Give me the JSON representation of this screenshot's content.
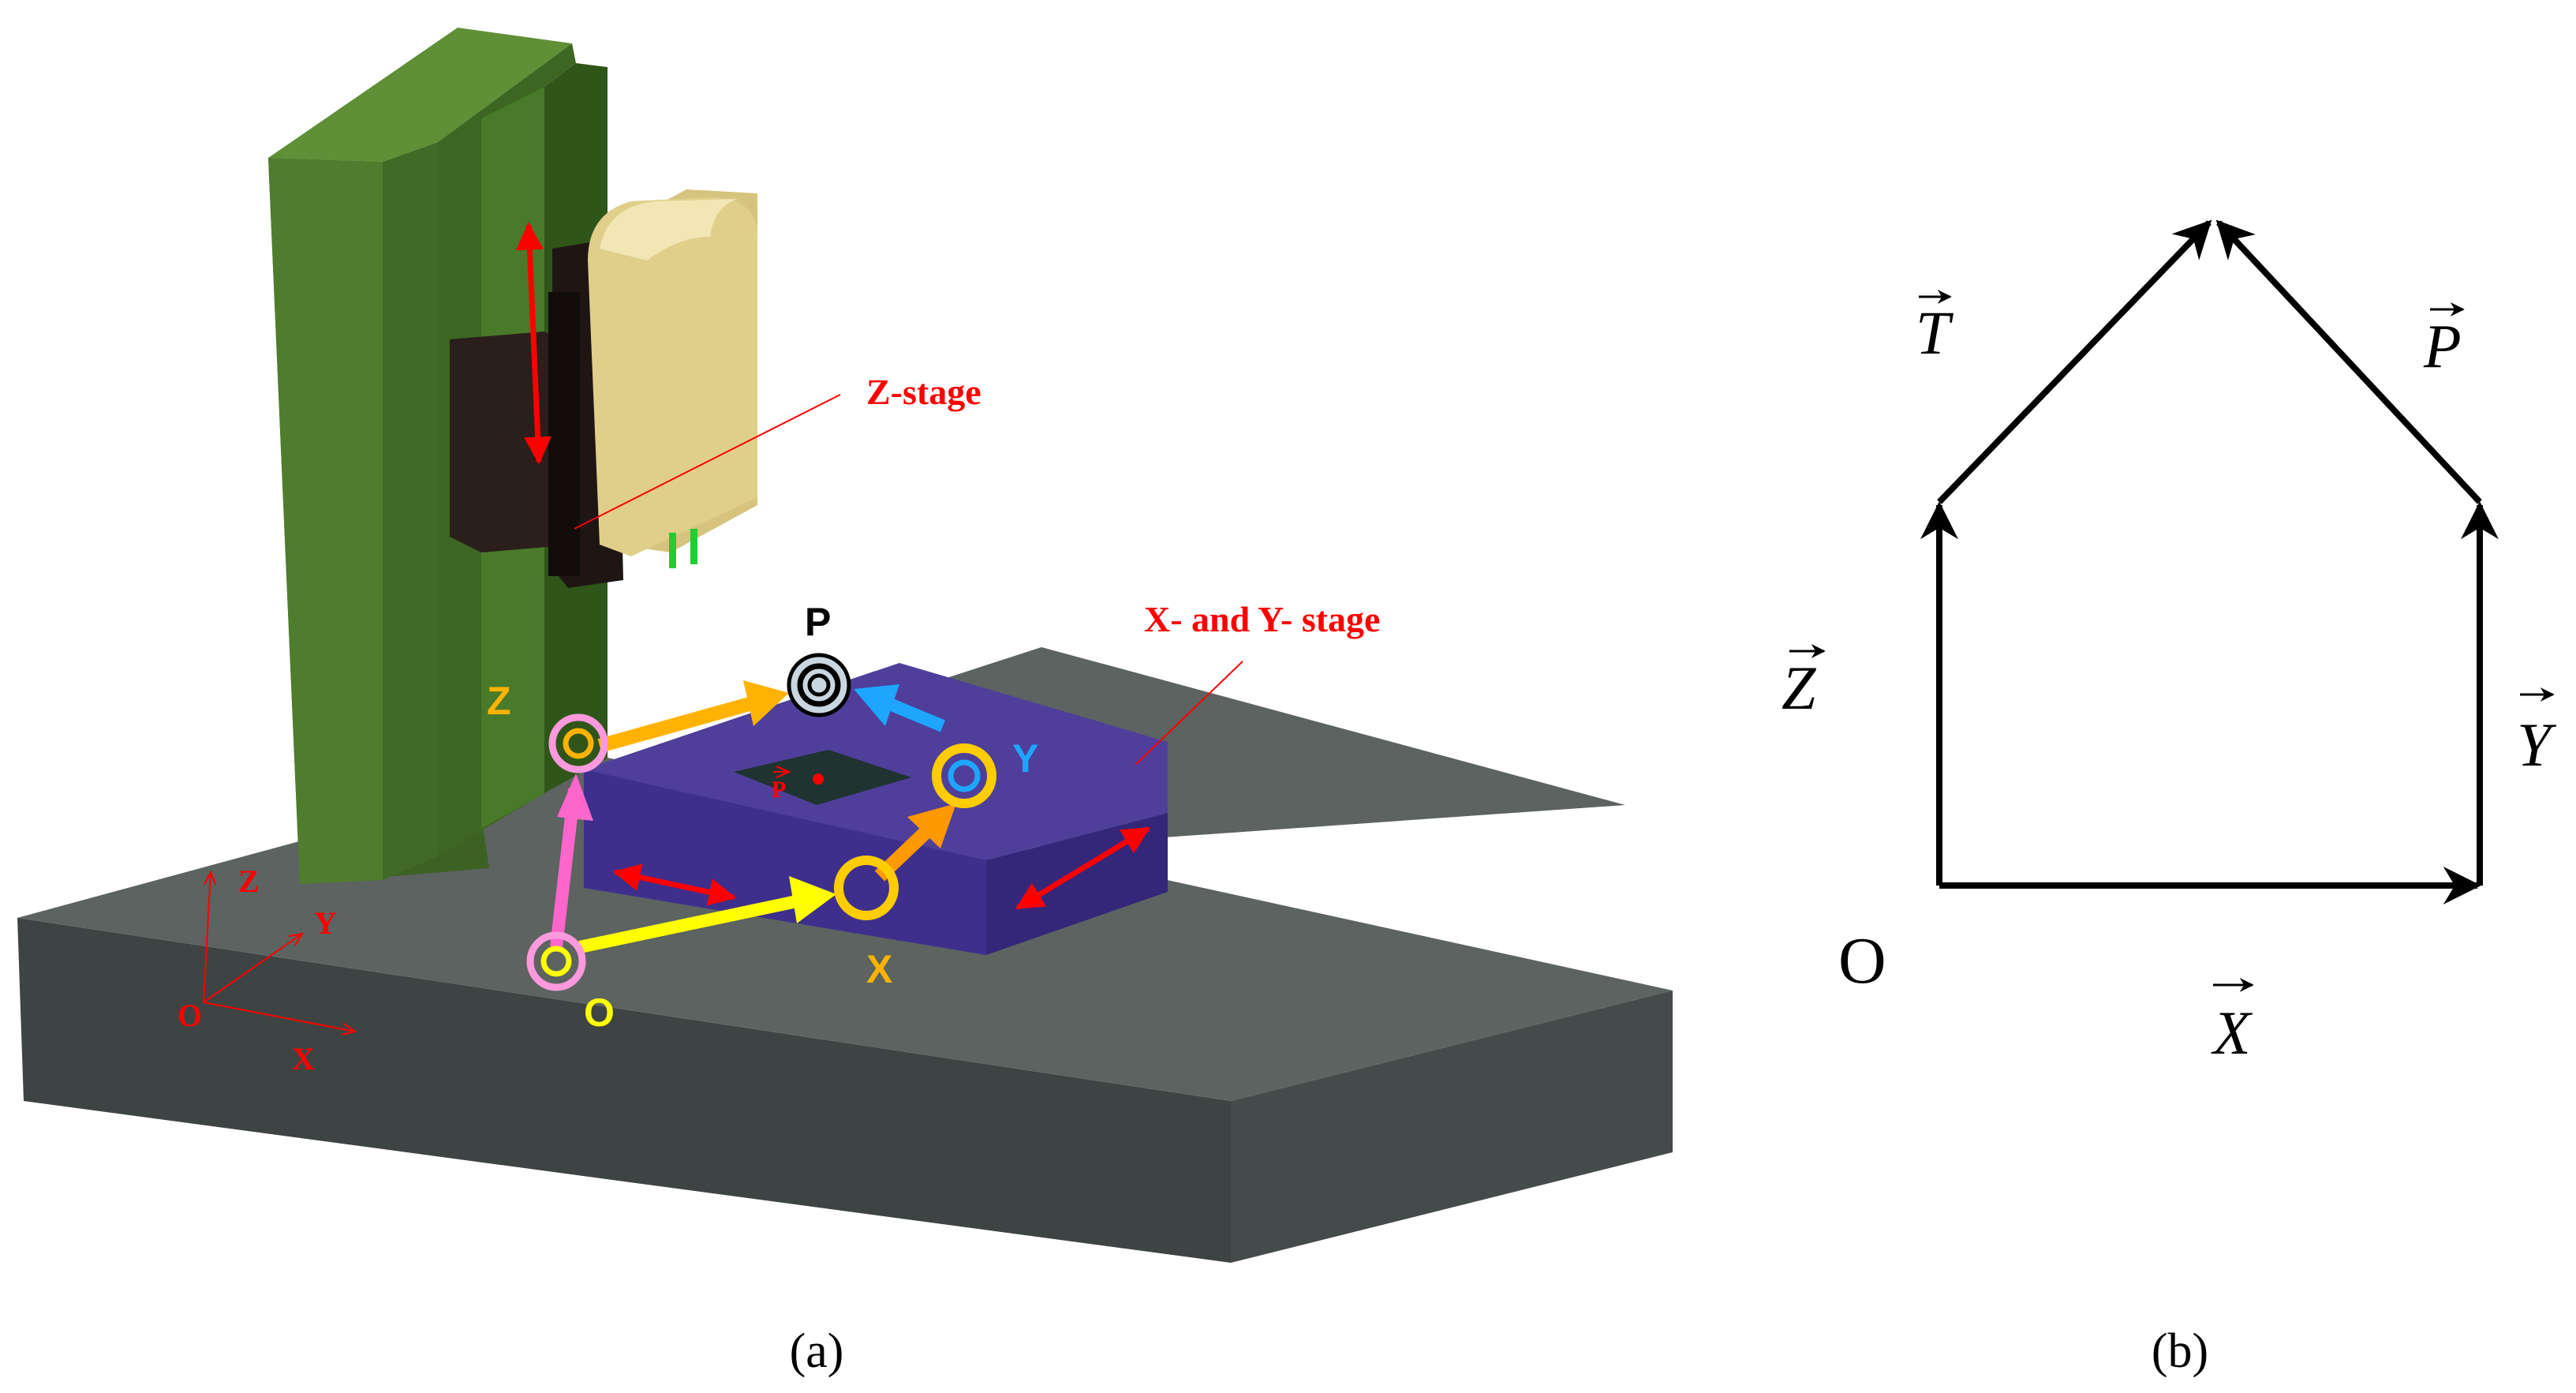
{
  "panel_a": {
    "label": "(a)",
    "z_stage_label": "Z-stage",
    "xy_stage_label": "X- and Y- stage",
    "point_labels": {
      "P": "P",
      "Z": "Z",
      "Y": "Y",
      "X": "X",
      "O": "O"
    },
    "sample_label": "P",
    "axes_labels": {
      "origin": "O",
      "x": "X",
      "y": "Y",
      "z": "Z"
    },
    "colors": {
      "base_top": "#5c6361",
      "base_front": "#3e4443",
      "base_side": "#454b4a",
      "column": "#4f7d2d",
      "column_dark": "#3c6223",
      "head": "#e0cf8a",
      "mount": "#2a1f1c",
      "stage_top": "#4f3f9a",
      "stage_side": "#3b2d85",
      "annotation_red": "#ff0000",
      "vector_O_to_Z": "#ff66cc",
      "vector_O_to_X": "#ffff00",
      "vector_Z_to_P": "#ffb300",
      "vector_X_to_Y": "#ff9900",
      "vector_Y_to_P": "#1ea6ff",
      "marker_X_Y": "#ffcc00",
      "marker_P": "#c9d6e0"
    }
  },
  "panel_b": {
    "label": "(b)",
    "origin_label": "O",
    "vectors": {
      "T": "T",
      "P": "P",
      "Z": "Z",
      "Y": "Y",
      "X": "X"
    }
  }
}
